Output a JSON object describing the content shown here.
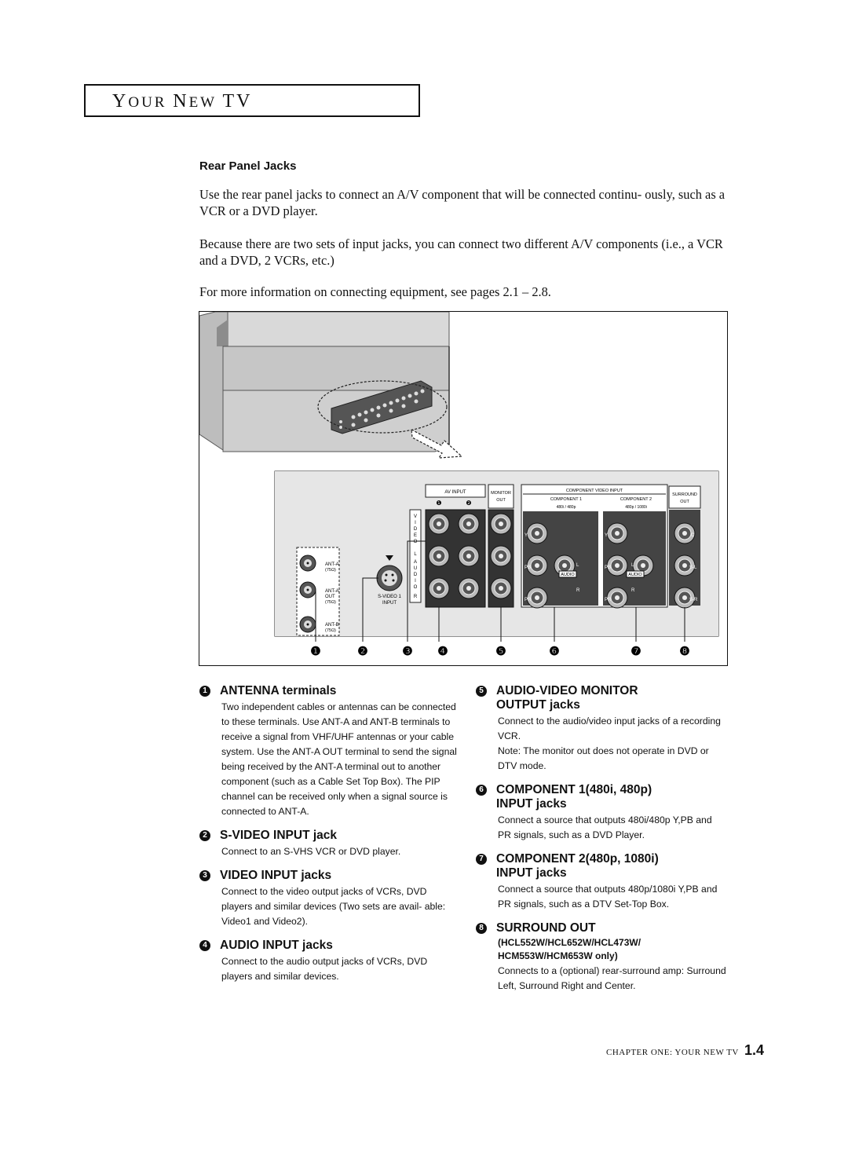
{
  "header": {
    "title_prefix_1": "Y",
    "title_rest_1": "OUR",
    "title_prefix_2": "N",
    "title_rest_2": "EW",
    "title_suffix": "TV"
  },
  "section": {
    "title": "Rear Panel Jacks",
    "paragraphs": [
      "Use the rear panel jacks to connect an A/V component that will be connected continu- ously, such as a VCR or a DVD player.",
      "Because there are two sets of input jacks, you can connect two different A/V components (i.e., a VCR and a DVD, 2 VCRs, etc.)",
      "For more information on connecting equipment, see pages 2.1 – 2.8."
    ]
  },
  "figure": {
    "labels": {
      "av_input": "AV INPUT",
      "monitor_out_1": "MONITOR",
      "monitor_out_2": "OUT",
      "component_video_input": "COMPONENT VIDEO INPUT",
      "component_1": "COMPONENT 1",
      "component_2": "COMPONENT 2",
      "res_1": "480i / 480p",
      "res_2": "480p / 1080i",
      "surround_1": "SURROUND",
      "surround_2": "OUT",
      "svideo_1": "S-VIDEO 1",
      "svideo_2": "INPUT",
      "ant_a_in": "ANT-A",
      "ant_a_out": "ANT-A",
      "ant_b_in": "ANT-B",
      "ohm": "(75Ω)",
      "out": "OUT",
      "audio": "AUDIO",
      "video_letters": [
        "V",
        "I",
        "D",
        "E",
        "O"
      ],
      "audio_letters": [
        "L",
        "A",
        "U",
        "D",
        "I",
        "O",
        "R"
      ],
      "sub_1": "❶",
      "sub_2": "❷",
      "y": "Y",
      "pb": "PB",
      "pr": "PR",
      "l": "L",
      "r": "R",
      "c": "C",
      "sl": "S-L",
      "sr": "S-R"
    },
    "callouts": [
      "❶",
      "❷",
      "❸",
      "❹",
      "❺",
      "❻",
      "❼",
      "❽"
    ]
  },
  "items": [
    {
      "num": "1",
      "title": "ANTENNA terminals",
      "body": "Two independent cables or antennas can be connected to these terminals. Use ANT-A and ANT-B terminals to receive a signal from VHF/UHF antennas or your cable system. Use the ANT-A OUT terminal to send the signal being received by the ANT-A terminal out to another component (such as a Cable Set Top Box). The PIP channel can be received only when a signal source is connected to ANT-A."
    },
    {
      "num": "2",
      "title": "S-VIDEO INPUT jack",
      "body": "Connect to an S-VHS VCR or DVD player."
    },
    {
      "num": "3",
      "title": "VIDEO INPUT jacks",
      "body": "Connect to the video output jacks of VCRs, DVD players and similar devices (Two sets are avail- able: Video1 and Video2)."
    },
    {
      "num": "4",
      "title": "AUDIO INPUT jacks",
      "body": "Connect to the audio output jacks of VCRs, DVD players and similar devices."
    },
    {
      "num": "5",
      "title_1": "AUDIO-VIDEO MONITOR",
      "title_2": "OUTPUT jacks",
      "body": "Connect to the audio/video input jacks of a recording VCR.",
      "note": "Note: The monitor out does not operate in DVD or DTV mode."
    },
    {
      "num": "6",
      "title_1": "COMPONENT 1(480i, 480p)",
      "title_2": "INPUT jacks",
      "body": "Connect a source that outputs 480i/480p Y,PB and PR signals, such as a DVD Player."
    },
    {
      "num": "7",
      "title_1": "COMPONENT 2(480p, 1080i)",
      "title_2": "INPUT jacks",
      "body": "Connect a source that outputs 480p/1080i Y,PB and PR signals, such as a DTV Set-Top Box."
    },
    {
      "num": "8",
      "title": "SURROUND OUT",
      "sub_1": "(HCL552W/HCL652W/HCL473W/",
      "sub_2": "HCM553W/HCM653W only)",
      "body": "Connects to a (optional) rear-surround amp: Surround Left, Surround Right and Center."
    }
  ],
  "footer": {
    "chapter_text": "CHAPTER ONE: YOUR NEW TV",
    "page_number": "1.4"
  }
}
